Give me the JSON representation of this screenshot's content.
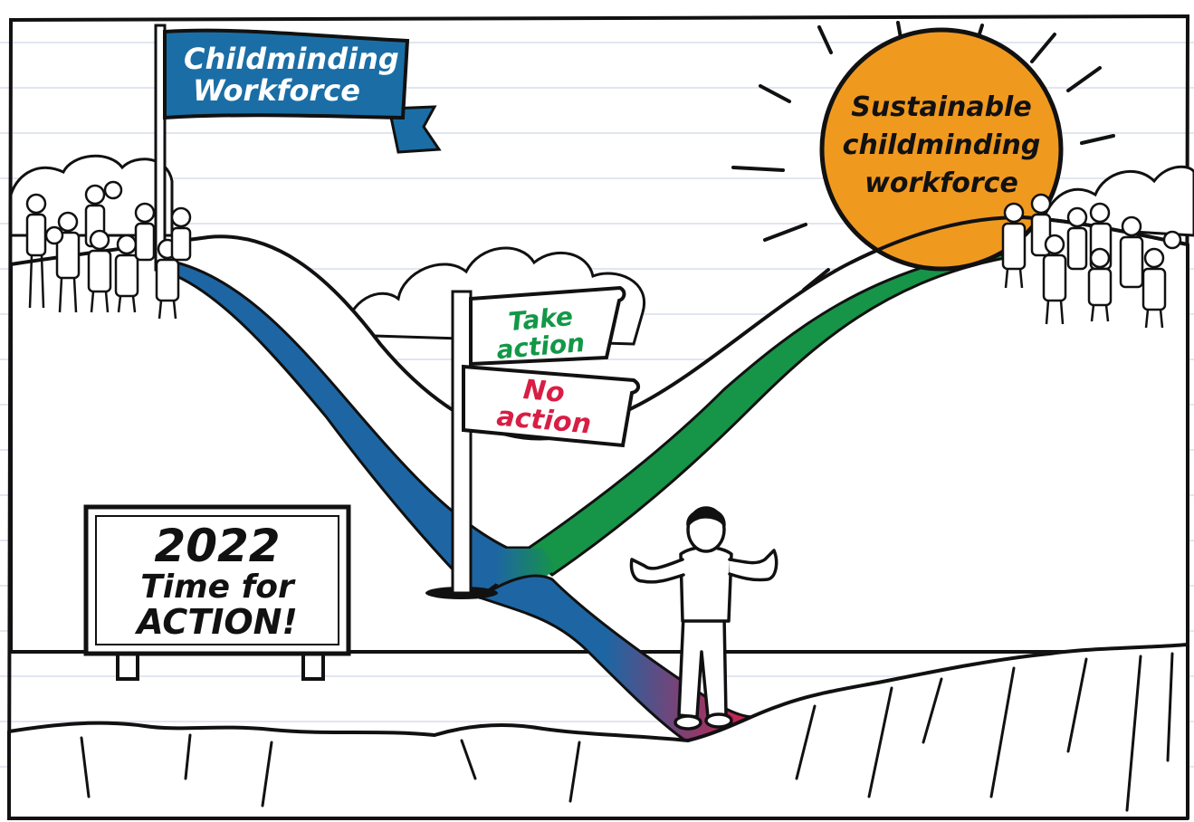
{
  "flag": {
    "line1": "Childminding",
    "line2": "Workforce"
  },
  "sun": {
    "line1": "Sustainable",
    "line2": "childminding",
    "line3": "workforce"
  },
  "signpost": {
    "take": {
      "line1": "Take",
      "line2": "action"
    },
    "no": {
      "line1": "No",
      "line2": "action"
    }
  },
  "billboard": {
    "year": "2022",
    "line2": "Time for",
    "line3": "ACTION!"
  },
  "colors": {
    "flag_blue": "#1b6ea5",
    "path_blue": "#1e66a3",
    "path_green": "#169447",
    "path_red": "#de1b45",
    "sun_orange": "#f0991f",
    "take_green": "#129847",
    "no_red": "#d81e45"
  }
}
